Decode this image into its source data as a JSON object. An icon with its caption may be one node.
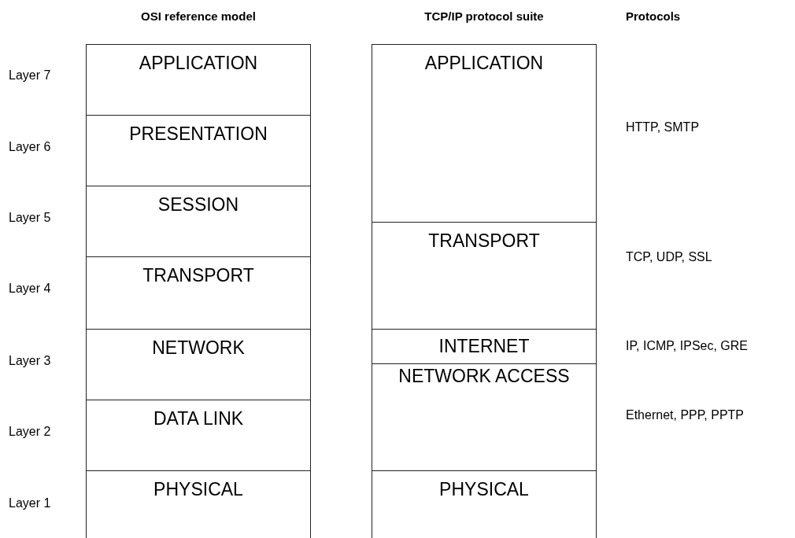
{
  "diagram": {
    "nodes": [
      {
        "text": [
          "APPLICATION"
        ]
      },
      {
        "text": [
          "PRESENTATION"
        ]
      },
      {
        "text": [
          "SESSION"
        ]
      },
      {
        "text": [
          "TRANSPORT"
        ]
      },
      {
        "text": [
          "NETWORK"
        ]
      },
      {
        "text": [
          "DATA LINK"
        ]
      },
      {
        "text": [
          "PHYSICAL"
        ]
      },
      {
        "text": [
          "APPLICATION"
        ]
      },
      {
        "text": [
          "TRANSPORT"
        ]
      },
      {
        "text": [
          "INTERNET"
        ]
      },
      {
        "text": [
          "NETWORK ACCESS"
        ]
      },
      {
        "text": [
          "PHYSICAL"
        ]
      }
    ],
    "labels": [
      "OSI reference model",
      "TCP/IP protocol suite",
      "Protocols",
      "Layer 7",
      "Layer 6",
      "HTTP, SMTP",
      "Layer 5",
      "Layer 4",
      "TCP, UDP, SSL",
      "Layer 3",
      "IP, ICMP, IPSec, GRE",
      "Layer 2",
      "Ethernet, PPP, PPTP",
      "Layer 1"
    ]
  }
}
